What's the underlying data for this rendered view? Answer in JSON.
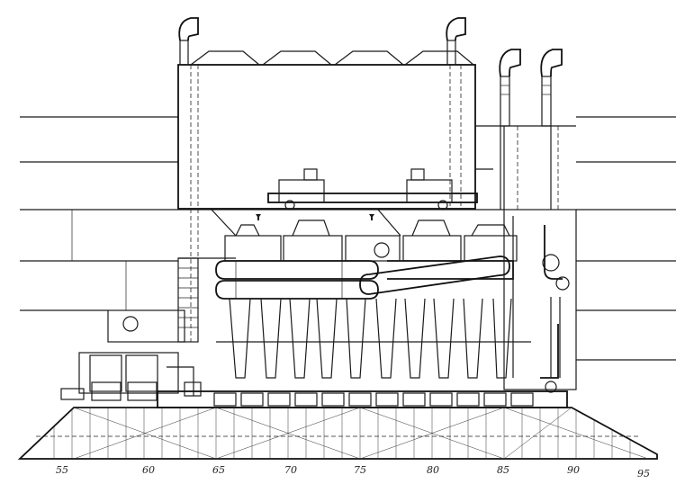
{
  "frame_numbers": [
    "55",
    "60",
    "65",
    "70",
    "75",
    "80",
    "85",
    "90",
    "95"
  ],
  "colors": {
    "ink": "#1a1a1a",
    "paper": "#ffffff"
  }
}
